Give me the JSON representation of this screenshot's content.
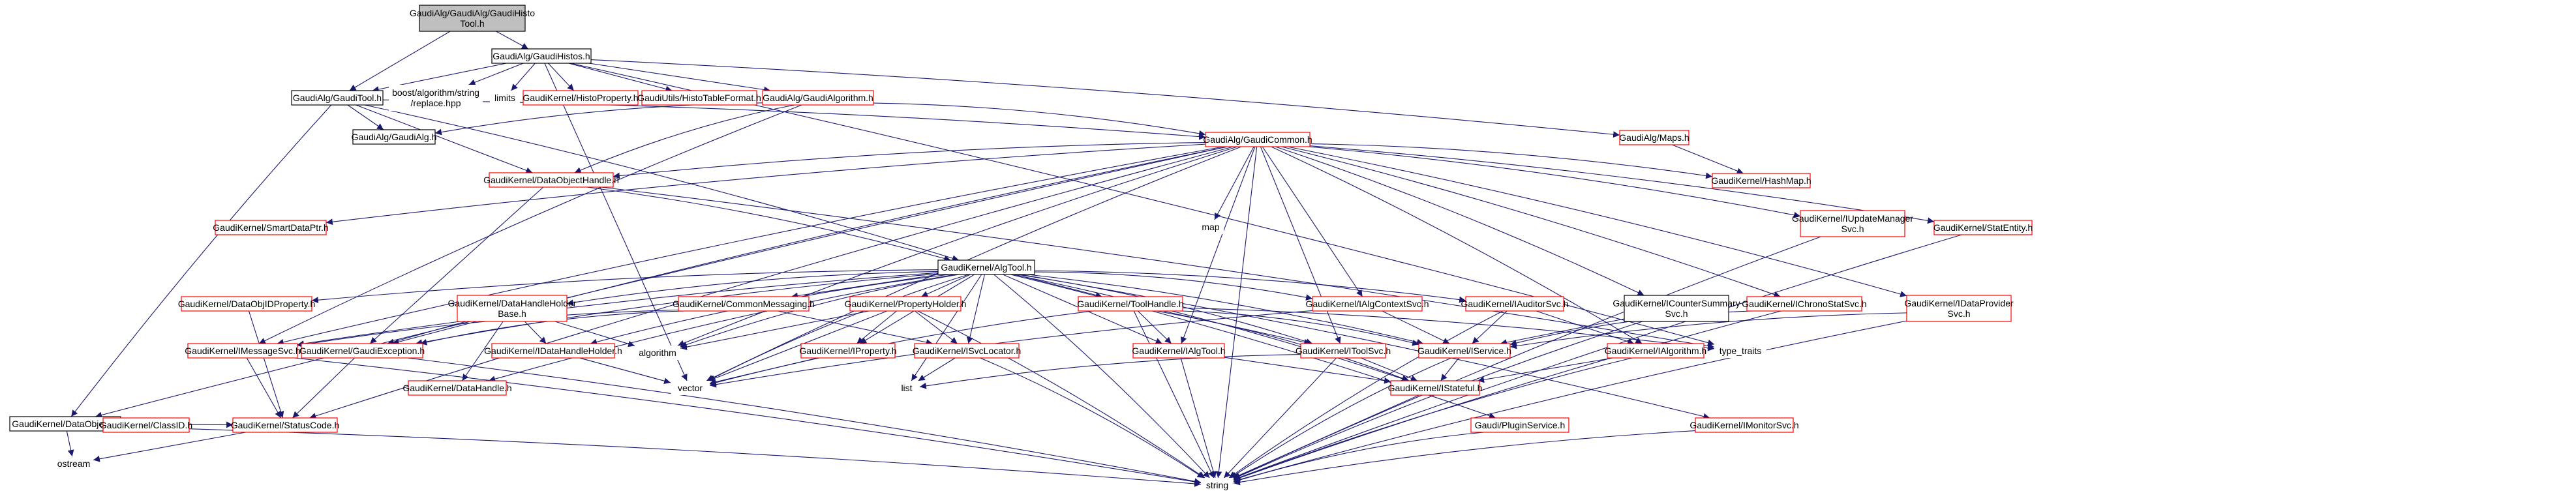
{
  "colors": {
    "root_fill": "#bfbfbf",
    "root_border": "#000000",
    "documented_border": "#000000",
    "undocumented_border": "#ff0000",
    "external_border": "none",
    "edge": "#191970",
    "background": "#ffffff"
  },
  "nodes": [
    {
      "id": "root",
      "lines": [
        "GaudiAlg/GaudiAlg/GaudiHisto",
        "Tool.h"
      ],
      "kind": "root"
    },
    {
      "id": "histos",
      "lines": [
        "GaudiAlg/GaudiHistos.h"
      ],
      "kind": "doc"
    },
    {
      "id": "tool",
      "lines": [
        "GaudiAlg/GaudiTool.h"
      ],
      "kind": "doc"
    },
    {
      "id": "boost",
      "lines": [
        "boost/algorithm/string",
        "/replace.hpp"
      ],
      "kind": "ext"
    },
    {
      "id": "limits",
      "lines": [
        "limits"
      ],
      "kind": "ext"
    },
    {
      "id": "histoprop",
      "lines": [
        "GaudiKernel/HistoProperty.h"
      ],
      "kind": "red"
    },
    {
      "id": "histotable",
      "lines": [
        "GaudiUtils/HistoTableFormat.h"
      ],
      "kind": "red"
    },
    {
      "id": "algorithm",
      "lines": [
        "GaudiAlg/GaudiAlgorithm.h"
      ],
      "kind": "red"
    },
    {
      "id": "gaudialg",
      "lines": [
        "GaudiAlg/GaudiAlg.h"
      ],
      "kind": "doc"
    },
    {
      "id": "common",
      "lines": [
        "GaudiAlg/GaudiCommon.h"
      ],
      "kind": "red"
    },
    {
      "id": "maps",
      "lines": [
        "GaudiAlg/Maps.h"
      ],
      "kind": "red"
    },
    {
      "id": "hashmap",
      "lines": [
        "GaudiKernel/HashMap.h"
      ],
      "kind": "red"
    },
    {
      "id": "dataobj",
      "lines": [
        "GaudiKernel/DataObject.h"
      ],
      "kind": "doc"
    },
    {
      "id": "smartptr",
      "lines": [
        "GaudiKernel/SmartDataPtr.h"
      ],
      "kind": "red"
    },
    {
      "id": "dohandle",
      "lines": [
        "GaudiKernel/DataObjectHandle.h"
      ],
      "kind": "red"
    },
    {
      "id": "map",
      "lines": [
        "map"
      ],
      "kind": "ext"
    },
    {
      "id": "updmgr",
      "lines": [
        "GaudiKernel/IUpdateManager",
        "Svc.h"
      ],
      "kind": "red"
    },
    {
      "id": "statentity",
      "lines": [
        "GaudiKernel/StatEntity.h"
      ],
      "kind": "red"
    },
    {
      "id": "algtool",
      "lines": [
        "GaudiKernel/AlgTool.h"
      ],
      "kind": "doc"
    },
    {
      "id": "dobjidprop",
      "lines": [
        "GaudiKernel/DataObjIDProperty.h"
      ],
      "kind": "red"
    },
    {
      "id": "dhholder",
      "lines": [
        "GaudiKernel/DataHandleHolder",
        "Base.h"
      ],
      "kind": "red"
    },
    {
      "id": "commonmsg",
      "lines": [
        "GaudiKernel/CommonMessaging.h"
      ],
      "kind": "red"
    },
    {
      "id": "propholder",
      "lines": [
        "GaudiKernel/PropertyHolder.h"
      ],
      "kind": "red"
    },
    {
      "id": "toolhandle",
      "lines": [
        "GaudiKernel/ToolHandle.h"
      ],
      "kind": "red"
    },
    {
      "id": "ialgctx",
      "lines": [
        "GaudiKernel/IAlgContextSvc.h"
      ],
      "kind": "red"
    },
    {
      "id": "iauditor",
      "lines": [
        "GaudiKernel/IAuditorSvc.h"
      ],
      "kind": "red"
    },
    {
      "id": "counter",
      "lines": [
        "GaudiKernel/ICounterSummary",
        "Svc.h"
      ],
      "kind": "doc"
    },
    {
      "id": "chrono",
      "lines": [
        "GaudiKernel/IChronoStatSvc.h"
      ],
      "kind": "red"
    },
    {
      "id": "dataprov",
      "lines": [
        "GaudiKernel/IDataProvider",
        "Svc.h"
      ],
      "kind": "red"
    },
    {
      "id": "imsg",
      "lines": [
        "GaudiKernel/IMessageSvc.h"
      ],
      "kind": "red"
    },
    {
      "id": "gexc",
      "lines": [
        "GaudiKernel/GaudiException.h"
      ],
      "kind": "red"
    },
    {
      "id": "algorithm_std",
      "lines": [
        "algorithm"
      ],
      "kind": "ext"
    },
    {
      "id": "idhholder",
      "lines": [
        "GaudiKernel/IDataHandleHolder.h"
      ],
      "kind": "red"
    },
    {
      "id": "iproperty",
      "lines": [
        "GaudiKernel/IProperty.h"
      ],
      "kind": "red"
    },
    {
      "id": "isvcloc",
      "lines": [
        "GaudiKernel/ISvcLocator.h"
      ],
      "kind": "red"
    },
    {
      "id": "ialgtool",
      "lines": [
        "GaudiKernel/IAlgTool.h"
      ],
      "kind": "red"
    },
    {
      "id": "itoolsvc",
      "lines": [
        "GaudiKernel/IToolSvc.h"
      ],
      "kind": "red"
    },
    {
      "id": "iservice",
      "lines": [
        "GaudiKernel/IService.h"
      ],
      "kind": "red"
    },
    {
      "id": "ialgorithm",
      "lines": [
        "GaudiKernel/IAlgorithm.h"
      ],
      "kind": "red"
    },
    {
      "id": "typetraits",
      "lines": [
        "type_traits"
      ],
      "kind": "ext"
    },
    {
      "id": "datahandle",
      "lines": [
        "GaudiKernel/DataHandle.h"
      ],
      "kind": "red"
    },
    {
      "id": "vector",
      "lines": [
        "vector"
      ],
      "kind": "ext"
    },
    {
      "id": "list",
      "lines": [
        "list"
      ],
      "kind": "ext"
    },
    {
      "id": "istateful",
      "lines": [
        "GaudiKernel/IStateful.h"
      ],
      "kind": "red"
    },
    {
      "id": "plugin",
      "lines": [
        "Gaudi/PluginService.h"
      ],
      "kind": "red"
    },
    {
      "id": "imonitor",
      "lines": [
        "GaudiKernel/IMonitorSvc.h"
      ],
      "kind": "red"
    },
    {
      "id": "classid",
      "lines": [
        "GaudiKernel/ClassID.h"
      ],
      "kind": "red"
    },
    {
      "id": "statuscode",
      "lines": [
        "GaudiKernel/StatusCode.h"
      ],
      "kind": "red"
    },
    {
      "id": "ostream",
      "lines": [
        "ostream"
      ],
      "kind": "ext"
    },
    {
      "id": "string",
      "lines": [
        "string"
      ],
      "kind": "ext"
    }
  ],
  "edges": [
    [
      "root",
      "histos"
    ],
    [
      "root",
      "tool"
    ],
    [
      "histos",
      "tool"
    ],
    [
      "histos",
      "boost"
    ],
    [
      "histos",
      "limits"
    ],
    [
      "histos",
      "histoprop"
    ],
    [
      "histos",
      "histotable"
    ],
    [
      "histos",
      "algorithm"
    ],
    [
      "histos",
      "typetraits"
    ],
    [
      "histos",
      "vector"
    ],
    [
      "tool",
      "gaudialg"
    ],
    [
      "tool",
      "common"
    ],
    [
      "tool",
      "dataobj"
    ],
    [
      "tool",
      "algtool"
    ],
    [
      "tool",
      "dohandle"
    ],
    [
      "algorithm",
      "gaudialg"
    ],
    [
      "algorithm",
      "common"
    ],
    [
      "algorithm",
      "dohandle"
    ],
    [
      "algorithm",
      "imsg"
    ],
    [
      "histos",
      "maps"
    ],
    [
      "maps",
      "hashmap"
    ],
    [
      "common",
      "hashmap"
    ],
    [
      "common",
      "smartptr"
    ],
    [
      "common",
      "dohandle"
    ],
    [
      "common",
      "map"
    ],
    [
      "common",
      "updmgr"
    ],
    [
      "common",
      "statentity"
    ],
    [
      "common",
      "counter"
    ],
    [
      "common",
      "chrono"
    ],
    [
      "common",
      "dataprov"
    ],
    [
      "common",
      "ialgctx"
    ],
    [
      "common",
      "ialgtool"
    ],
    [
      "common",
      "itoolsvc"
    ],
    [
      "common",
      "imsg"
    ],
    [
      "common",
      "gexc"
    ],
    [
      "common",
      "statuscode"
    ],
    [
      "common",
      "dataobj"
    ],
    [
      "common",
      "algorithm_std"
    ],
    [
      "common",
      "vector"
    ],
    [
      "common",
      "string"
    ],
    [
      "common",
      "ialgorithm"
    ],
    [
      "dohandle",
      "algtool"
    ],
    [
      "dohandle",
      "gexc"
    ],
    [
      "dohandle",
      "typetraits"
    ],
    [
      "algtool",
      "dobjidprop"
    ],
    [
      "algtool",
      "dhholder"
    ],
    [
      "algtool",
      "commonmsg"
    ],
    [
      "algtool",
      "propholder"
    ],
    [
      "algtool",
      "toolhandle"
    ],
    [
      "algtool",
      "ialgctx"
    ],
    [
      "algtool",
      "iauditor"
    ],
    [
      "algtool",
      "imonitor"
    ],
    [
      "algtool",
      "plugin"
    ],
    [
      "algtool",
      "imsg"
    ],
    [
      "algtool",
      "gexc"
    ],
    [
      "algtool",
      "isvcloc"
    ],
    [
      "algtool",
      "iproperty"
    ],
    [
      "algtool",
      "ialgtool"
    ],
    [
      "algtool",
      "itoolsvc"
    ],
    [
      "algtool",
      "iservice"
    ],
    [
      "algtool",
      "istateful"
    ],
    [
      "algtool",
      "datahandle"
    ],
    [
      "algtool",
      "idhholder"
    ],
    [
      "algtool",
      "vector"
    ],
    [
      "algtool",
      "list"
    ],
    [
      "algtool",
      "algorithm_std"
    ],
    [
      "algtool",
      "string"
    ],
    [
      "dobjidprop",
      "statuscode"
    ],
    [
      "dhholder",
      "idhholder"
    ],
    [
      "dhholder",
      "datahandle"
    ],
    [
      "dhholder",
      "algorithm_std"
    ],
    [
      "dhholder",
      "gexc"
    ],
    [
      "commonmsg",
      "imsg"
    ],
    [
      "commonmsg",
      "isvcloc"
    ],
    [
      "commonmsg",
      "gexc"
    ],
    [
      "propholder",
      "iproperty"
    ],
    [
      "propholder",
      "algorithm_std"
    ],
    [
      "propholder",
      "vector"
    ],
    [
      "propholder",
      "isvcloc"
    ],
    [
      "propholder",
      "string"
    ],
    [
      "toolhandle",
      "ialgtool"
    ],
    [
      "toolhandle",
      "itoolsvc"
    ],
    [
      "toolhandle",
      "iservice"
    ],
    [
      "toolhandle",
      "vector"
    ],
    [
      "toolhandle",
      "string"
    ],
    [
      "toolhandle",
      "typetraits"
    ],
    [
      "toolhandle",
      "istateful"
    ],
    [
      "ialgctx",
      "vector"
    ],
    [
      "ialgctx",
      "iservice"
    ],
    [
      "iauditor",
      "iservice"
    ],
    [
      "iauditor",
      "ialgorithm"
    ],
    [
      "iauditor",
      "string"
    ],
    [
      "counter",
      "iservice"
    ],
    [
      "counter",
      "string"
    ],
    [
      "chrono",
      "iservice"
    ],
    [
      "chrono",
      "string"
    ],
    [
      "dataprov",
      "string"
    ],
    [
      "dataprov",
      "iservice"
    ],
    [
      "imsg",
      "string"
    ],
    [
      "imsg",
      "statuscode"
    ],
    [
      "gexc",
      "statuscode"
    ],
    [
      "gexc",
      "string"
    ],
    [
      "idhholder",
      "vector"
    ],
    [
      "iproperty",
      "vector"
    ],
    [
      "isvcloc",
      "list"
    ],
    [
      "isvcloc",
      "string"
    ],
    [
      "ialgtool",
      "istateful"
    ],
    [
      "ialgtool",
      "string"
    ],
    [
      "itoolsvc",
      "istateful"
    ],
    [
      "itoolsvc",
      "list"
    ],
    [
      "itoolsvc",
      "string"
    ],
    [
      "iservice",
      "istateful"
    ],
    [
      "iservice",
      "string"
    ],
    [
      "ialgorithm",
      "istateful"
    ],
    [
      "ialgorithm",
      "string"
    ],
    [
      "istateful",
      "string"
    ],
    [
      "plugin",
      "string"
    ],
    [
      "imonitor",
      "string"
    ],
    [
      "dataobj",
      "classid"
    ],
    [
      "dataobj",
      "statuscode"
    ],
    [
      "dataobj",
      "string"
    ],
    [
      "dataobj",
      "ostream"
    ],
    [
      "statuscode",
      "ostream"
    ],
    [
      "statentity",
      "string"
    ],
    [
      "updmgr",
      "string"
    ]
  ]
}
